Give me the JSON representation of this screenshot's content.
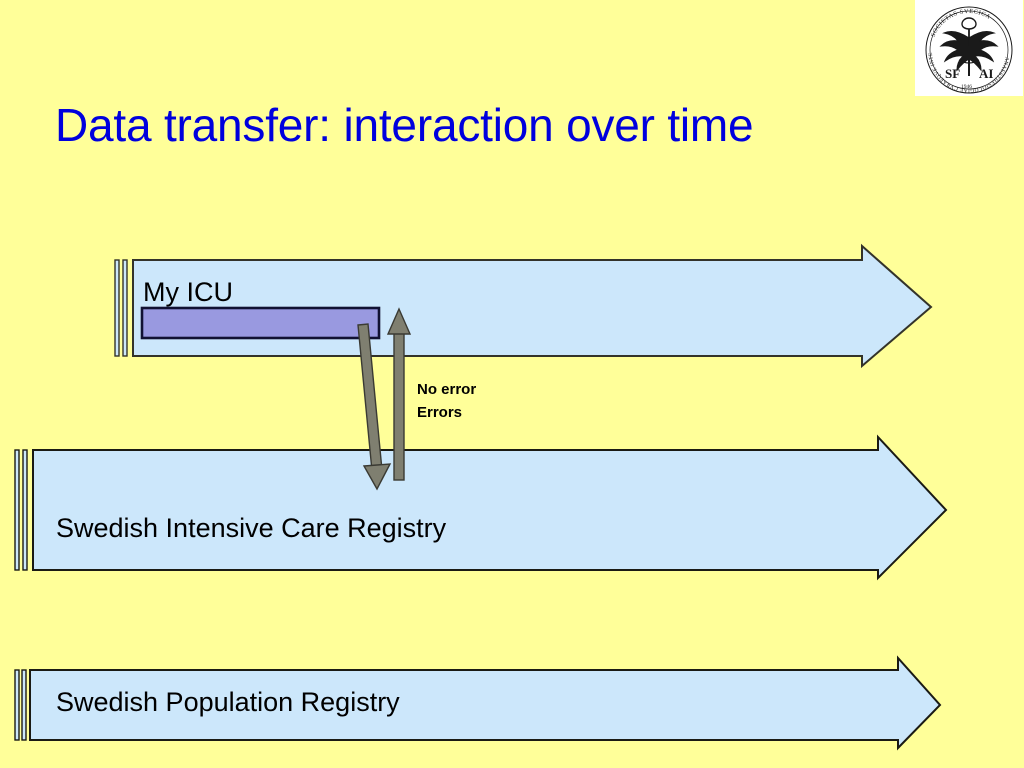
{
  "slide": {
    "title": "Data transfer: interaction over time",
    "background_color": "#ffff99",
    "title_color": "#0000dd"
  },
  "logo": {
    "name": "sfai-logo",
    "outer_text_top": "· SOCIETAS SVECICA ·",
    "outer_text_bottom": "ANAESTHESIOLOGIAE CVRAEQVE INTENSIVAE",
    "monogram": "SFAI",
    "year": "1946"
  },
  "bands": [
    {
      "id": "my-icu",
      "label": "My ICU",
      "fill": "#cce7fb",
      "stroke": "#33332a",
      "inner_bar": {
        "label": "",
        "fill": "#9999e0",
        "stroke": "#111133"
      }
    },
    {
      "id": "swedish-intensive-care-registry",
      "label": "Swedish Intensive Care Registry",
      "fill": "#cce7fb",
      "stroke": "#1a1a14"
    },
    {
      "id": "swedish-population-registry",
      "label": "Swedish Population Registry",
      "fill": "#cce7fb",
      "stroke": "#1a1a14"
    }
  ],
  "connectors": {
    "down_arrow_name": "submit-data-arrow",
    "up_arrow_name": "feedback-arrow",
    "color": "#7f7f70",
    "notes": [
      "No error",
      "Errors"
    ]
  }
}
